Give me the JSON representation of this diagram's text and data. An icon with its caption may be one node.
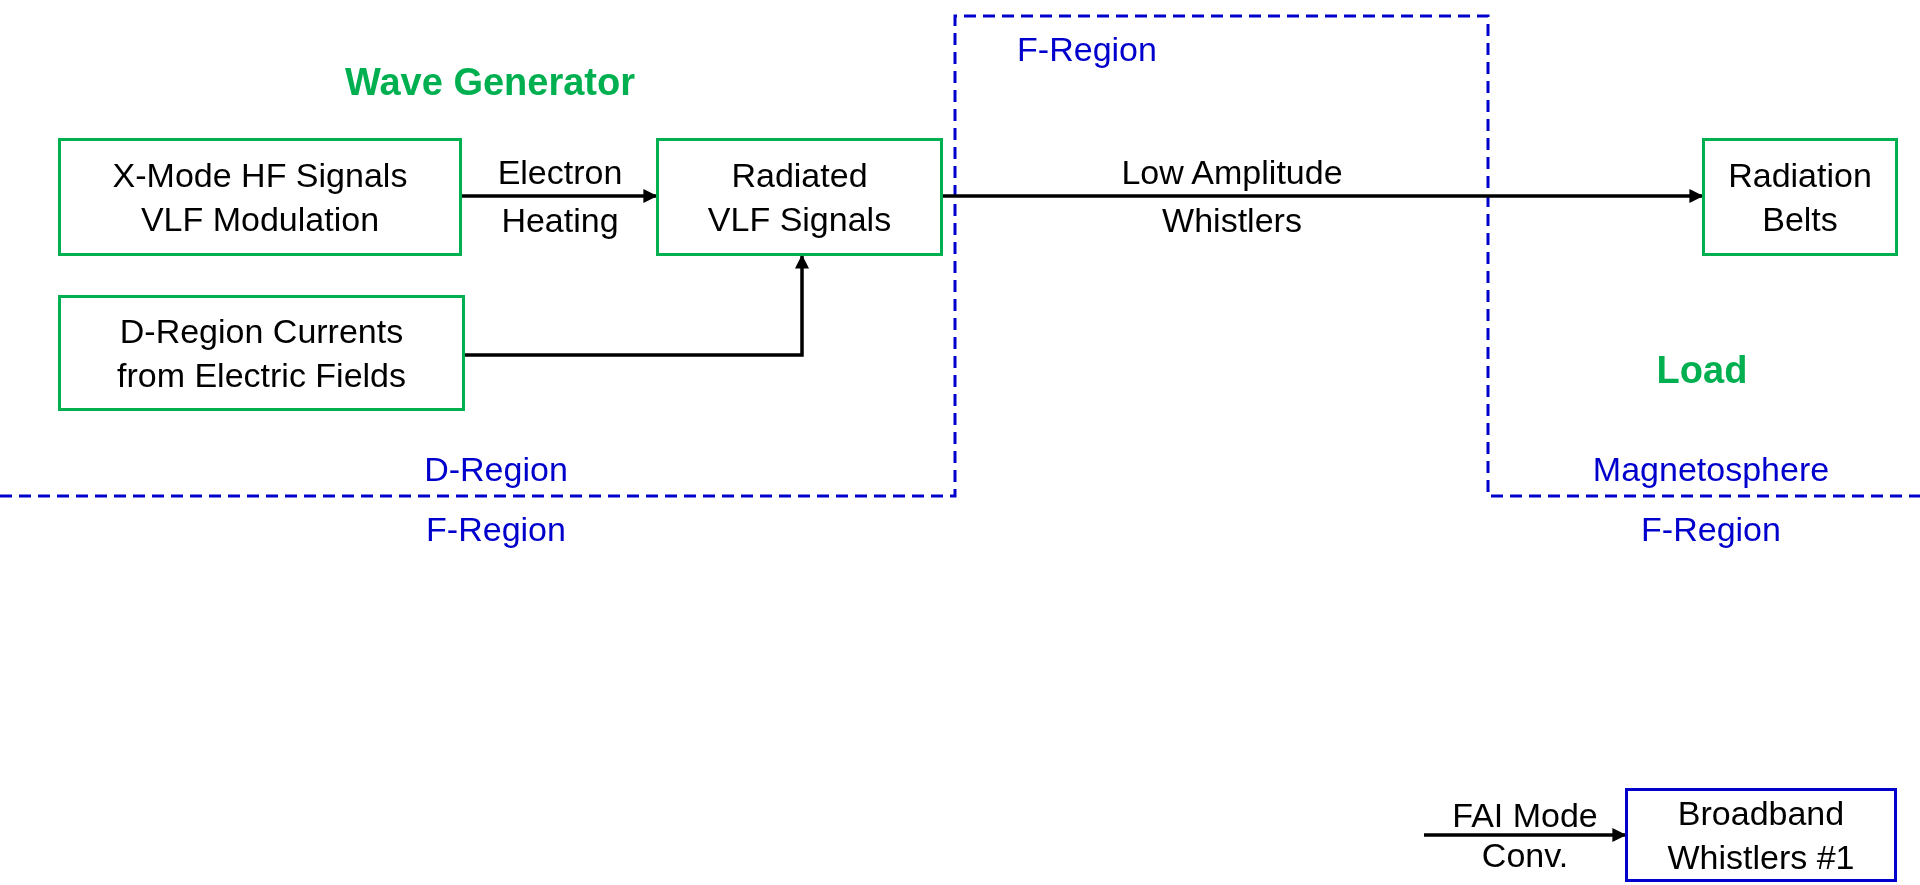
{
  "diagram": {
    "nodes": [
      {
        "text": [
          "X-Mode HF Signals VLF Modulation"
        ]
      },
      {
        "text": [
          "D-Region Currents from Electric Fields"
        ]
      },
      {
        "text": [
          "Radiated VLF Signals"
        ]
      },
      {
        "text": [
          "Radiation Belts"
        ]
      },
      {
        "text": [
          "Broadband Whistlers #1"
        ]
      }
    ],
    "edges": [
      {
        "from": 0,
        "to": 2,
        "arrow": "to",
        "label": "Electron Heating"
      },
      {
        "from": 1,
        "to": 2,
        "arrow": "to"
      },
      {
        "from": 2,
        "to": 3,
        "arrow": "to",
        "label": "Low Amplitude Whistlers"
      },
      {
        "from": null,
        "to": 4,
        "arrow": "to",
        "label": "FAI Mode Conv."
      }
    ],
    "labels": [
      "F-Region",
      "Wave Generator",
      "Load",
      "D-Region",
      "Magnetosphere",
      "F-Region",
      "F-Region"
    ]
  }
}
